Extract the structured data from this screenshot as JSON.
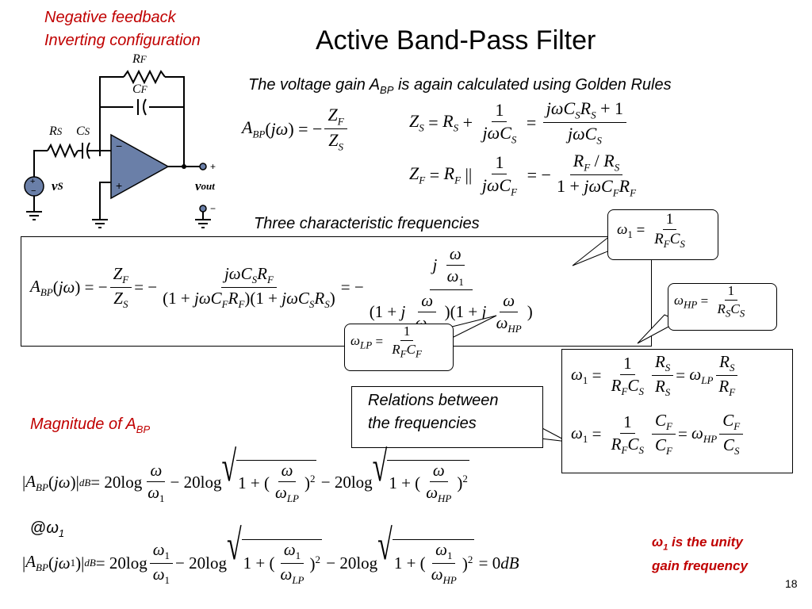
{
  "header": {
    "feedback_line1": "Negative feedback",
    "feedback_line2": "Inverting configuration",
    "title": "Active Band-Pass Filter"
  },
  "circuit": {
    "rf_label": "R",
    "rf_sub": "F",
    "cf_label": "C",
    "cf_sub": "F",
    "rs_label": "R",
    "rs_sub": "S",
    "cs_label": "C",
    "cs_sub": "S",
    "vs_label": "v",
    "vs_sub": "S",
    "vout_label": "v",
    "vout_sub": "out",
    "minus_sign": "−",
    "plus_sign": "+"
  },
  "gain_heading": {
    "prefix": "The voltage gain A",
    "sub": "BP",
    "suffix": " is again calculated using Golden Rules"
  },
  "frequencies_heading": "Three characteristic frequencies",
  "relations_callout": {
    "line1": "Relations between",
    "line2": "the frequencies"
  },
  "magnitude_heading": {
    "prefix": "Magnitude of A",
    "sub": "BP"
  },
  "at_omega": {
    "at": "@",
    "omega": "ω",
    "sub": "1"
  },
  "unity_note": {
    "omega": "ω",
    "sub": "1",
    "line1_rest": " is the unity",
    "line2": "gain frequency"
  },
  "page_number": "18",
  "colors": {
    "accent_red": "#c00000",
    "text": "#000000",
    "node_fill": "#6a7fa8",
    "opamp_fill": "#6a7fa8"
  }
}
